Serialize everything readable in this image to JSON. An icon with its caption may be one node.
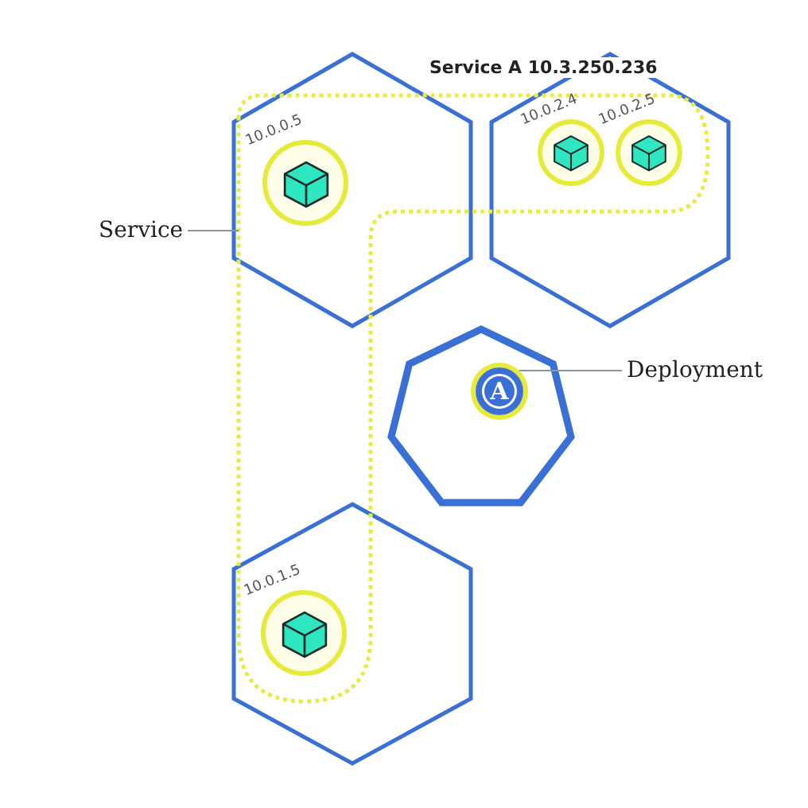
{
  "diagram": {
    "nodes": [
      {
        "text": [],
        "shape": "hexagon"
      },
      {
        "text": [],
        "shape": "hexagon"
      },
      {
        "text": [],
        "shape": "heptagon"
      },
      {
        "text": [],
        "shape": "hexagon"
      },
      {
        "text": [
          "Service A 10.3.250.236"
        ]
      },
      {
        "text": [],
        "shape": "circle",
        "beside": [
          "10.0.0.5"
        ],
        "in": 0
      },
      {
        "text": [],
        "shape": "circle",
        "beside": [
          "10.0.2.4"
        ]
      },
      {
        "text": [],
        "shape": "circle",
        "beside": [
          "10.0.2.5"
        ]
      },
      {
        "text": [],
        "shape": "circle",
        "beside": [
          "10.0.1.5"
        ]
      },
      {
        "text": [
          "A"
        ],
        "in": 2
      },
      {
        "text": [
          "Service"
        ]
      },
      {
        "text": [
          "Deployment"
        ]
      }
    ],
    "edges": [
      {
        "from": 10,
        "to": 4,
        "arrow": "none"
      },
      {
        "from": 11,
        "to": 9,
        "arrow": "none"
      }
    ]
  }
}
